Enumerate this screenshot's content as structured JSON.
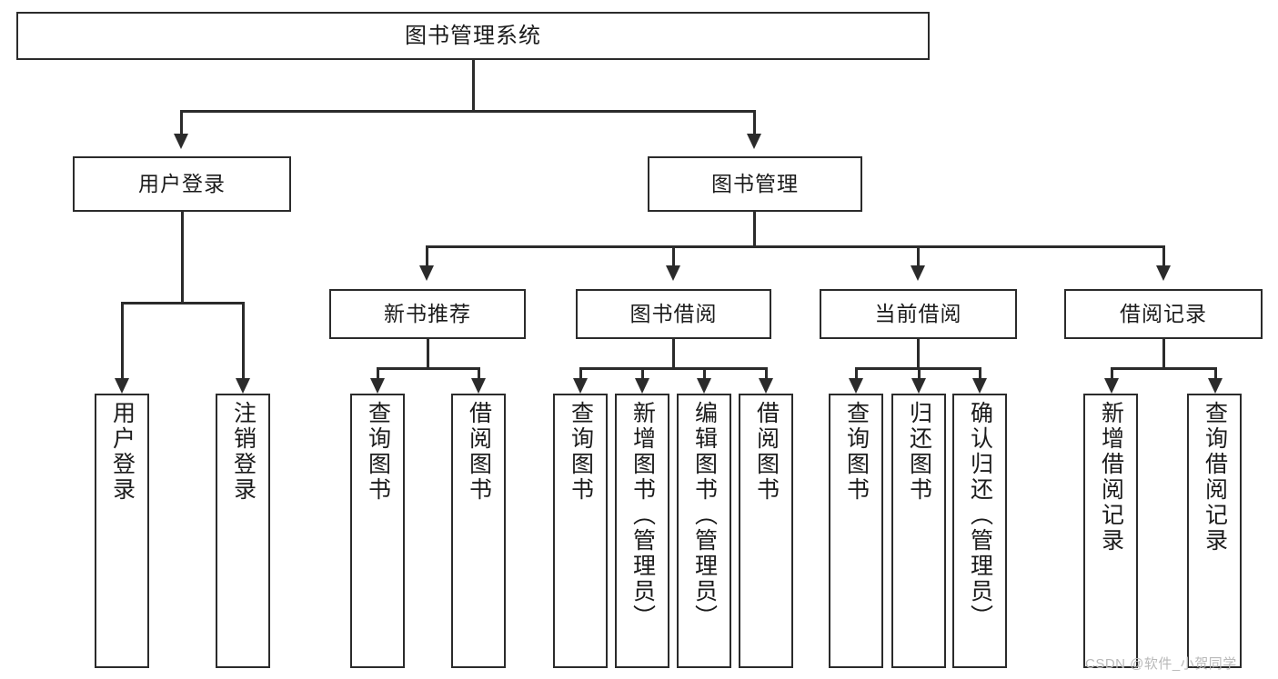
{
  "diagram": {
    "title": "图书管理系统",
    "type": "tree",
    "background_color": "#ffffff",
    "line_color": "#2b2b2b",
    "text_color": "#1b1b1b"
  },
  "root": {
    "label": "图书管理系统"
  },
  "level2": [
    {
      "label": "用户登录"
    },
    {
      "label": "图书管理"
    }
  ],
  "level3": [
    {
      "label": "新书推荐"
    },
    {
      "label": "图书借阅"
    },
    {
      "label": "当前借阅"
    },
    {
      "label": "借阅记录"
    }
  ],
  "leaves": {
    "user_login": [
      {
        "label": "用户登录"
      },
      {
        "label": "注销登录"
      }
    ],
    "new_book": [
      {
        "label": "查询图书"
      },
      {
        "label": "借阅图书"
      }
    ],
    "book_borrow": [
      {
        "label": "查询图书"
      },
      {
        "label": "新增图书（管理员）"
      },
      {
        "label": "编辑图书（管理员）"
      },
      {
        "label": "借阅图书"
      }
    ],
    "current_borrow": [
      {
        "label": "查询图书"
      },
      {
        "label": "归还图书"
      },
      {
        "label": "确认归还（管理员）"
      }
    ],
    "borrow_record": [
      {
        "label": "新增借阅记录"
      },
      {
        "label": "查询借阅记录"
      }
    ]
  },
  "watermark": {
    "text": "CSDN @软件_小贺同学"
  }
}
